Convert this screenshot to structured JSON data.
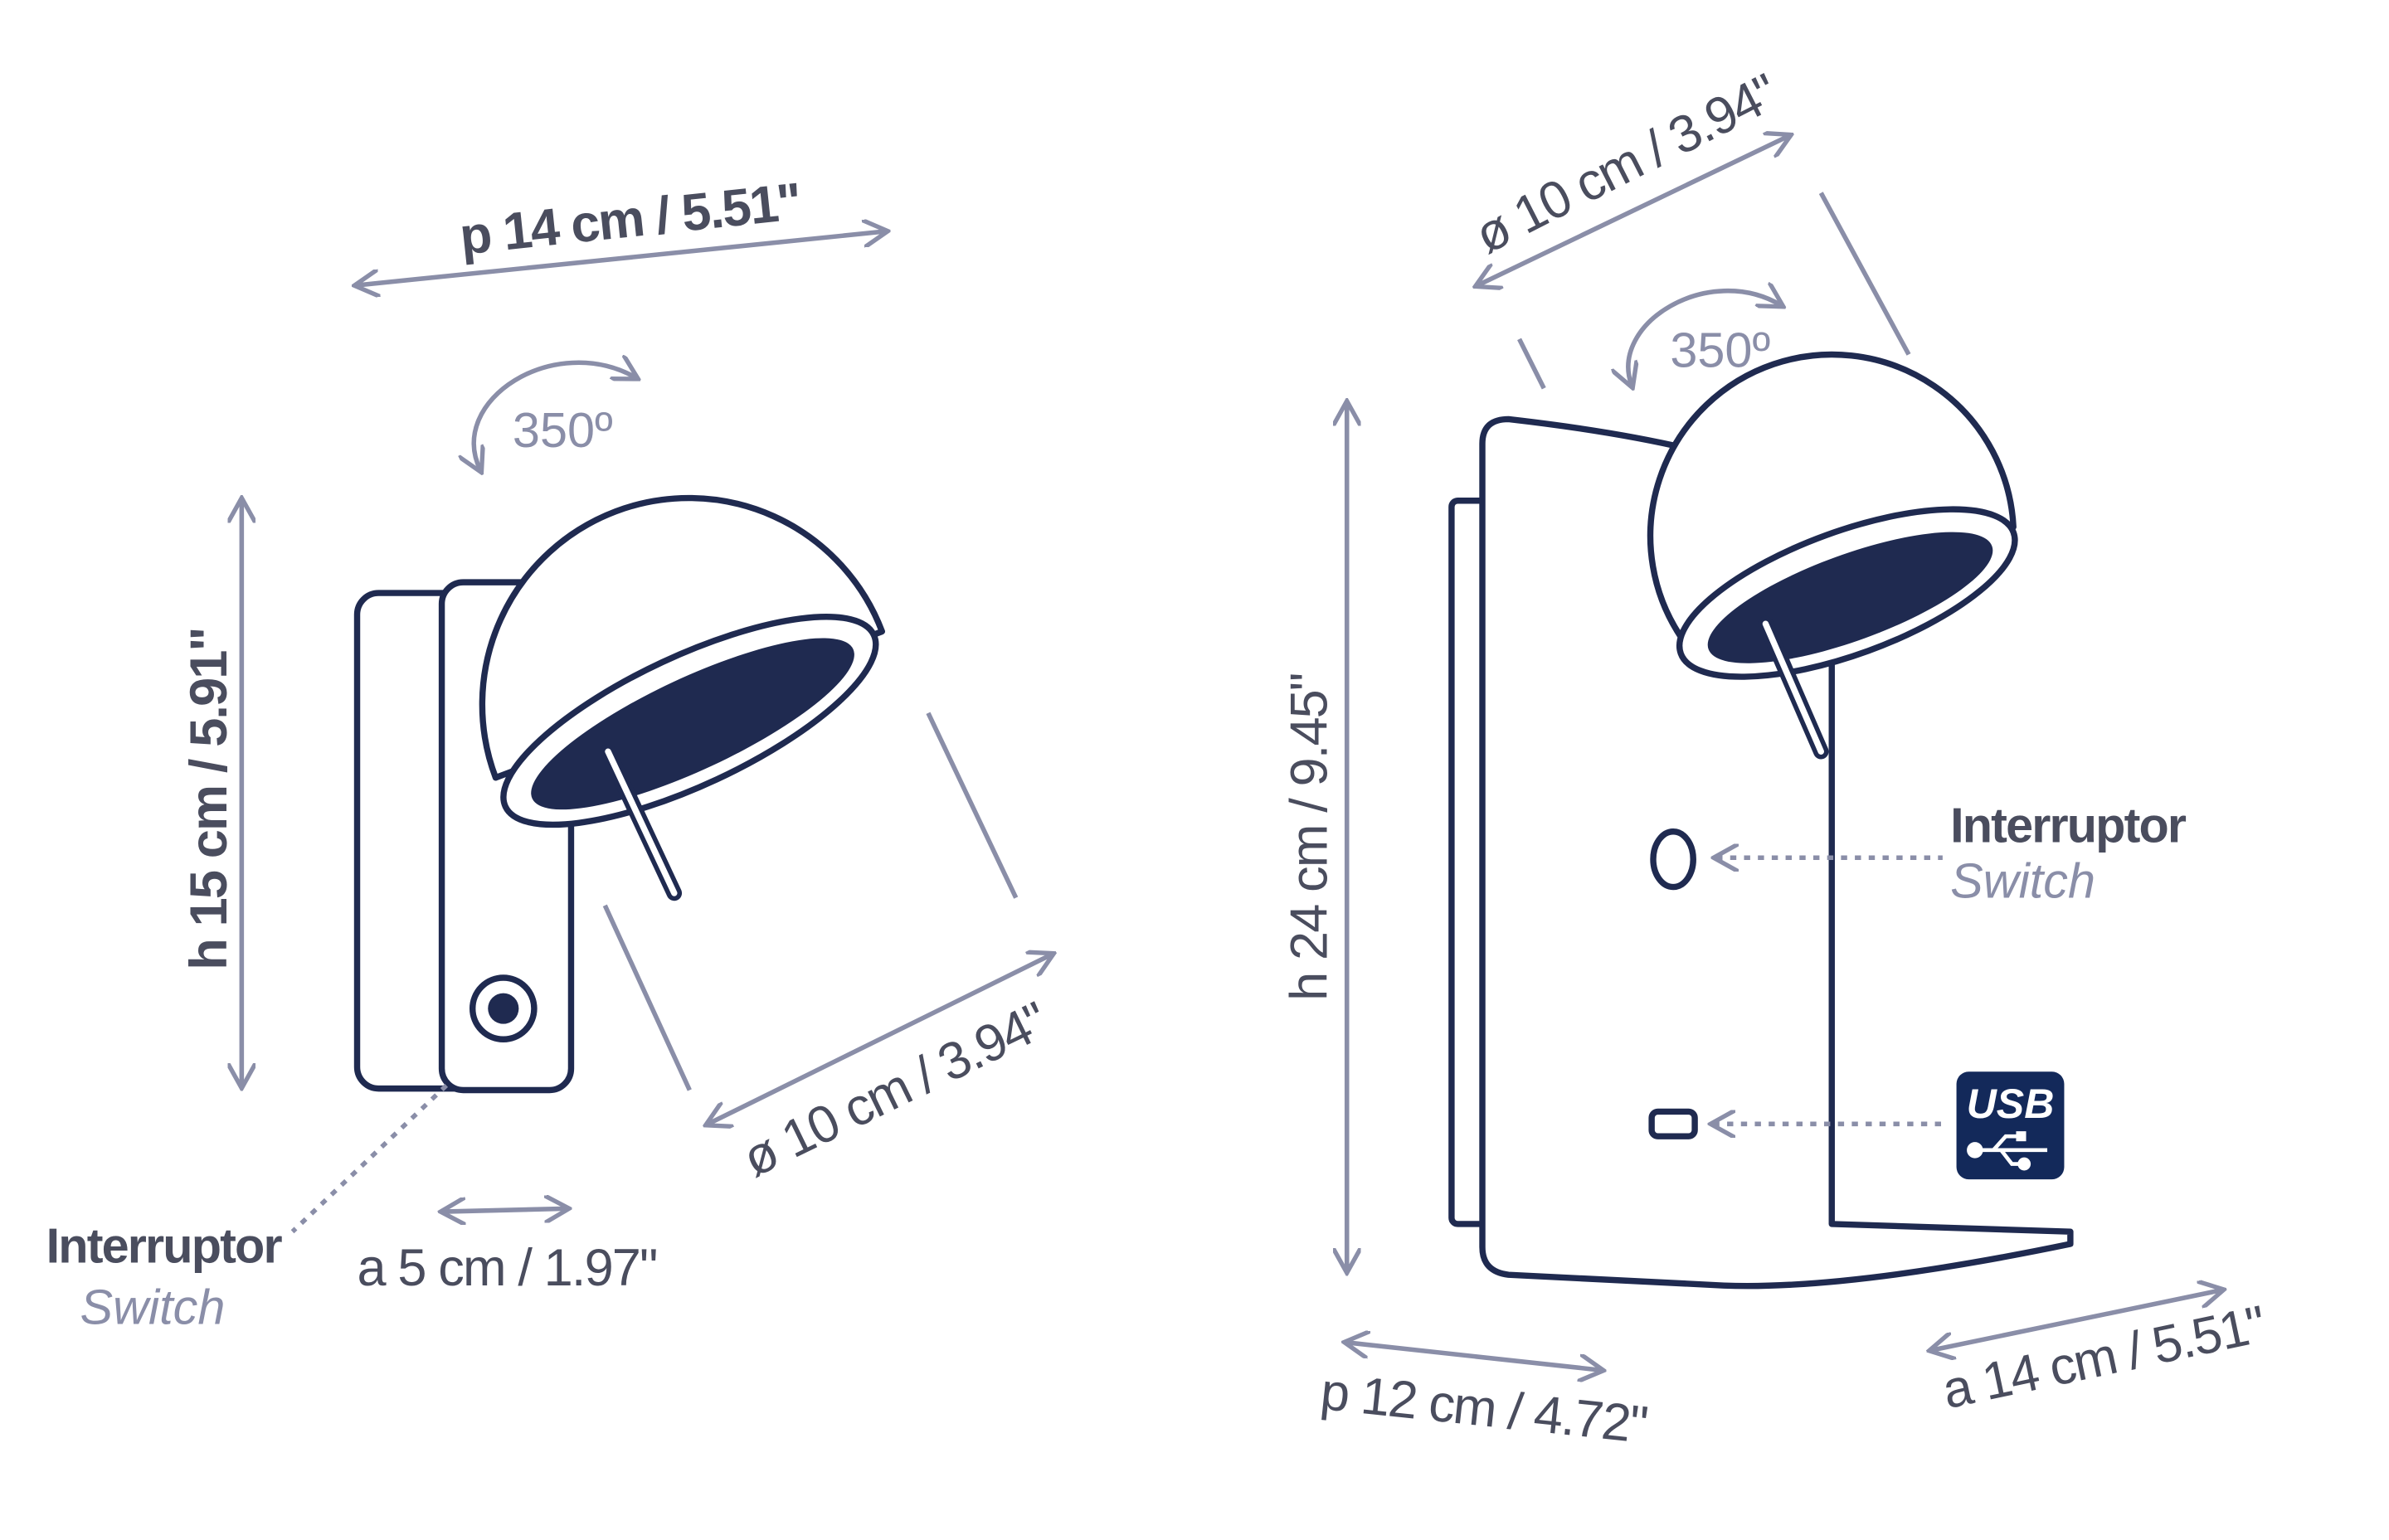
{
  "colors": {
    "outline": "#1f2a50",
    "dimension": "#8a8ea8",
    "text": "#4a4d5e",
    "usb_badge": "#13295a"
  },
  "left_lamp": {
    "depth": "p 14 cm / 5.51\"",
    "rotation": "350º",
    "height": "h 15 cm / 5.91\"",
    "diameter": "ø 10 cm / 3.94\"",
    "width": "a 5 cm / 1.97\"",
    "switch_label": "Interruptor",
    "switch_label_en": "Switch"
  },
  "right_lamp": {
    "diameter": "ø 10 cm / 3.94\"",
    "rotation": "350º",
    "height": "h 24 cm / 9.45\"",
    "switch_label": "Interruptor",
    "switch_label_en": "Switch",
    "usb_label": "USB",
    "depth": "p 12 cm / 4.72\"",
    "width": "a 14 cm / 5.51\""
  }
}
